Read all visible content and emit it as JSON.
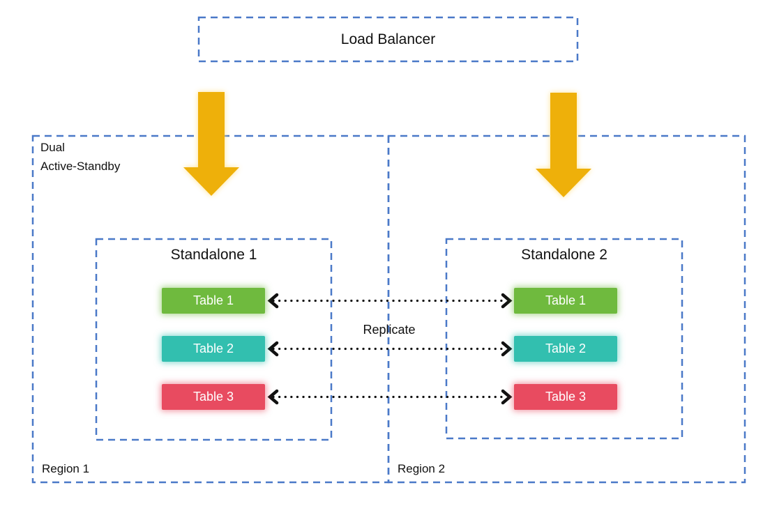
{
  "diagram": {
    "load_balancer": {
      "label": "Load Balancer"
    },
    "cluster_label": "Dual\nActive-Standby",
    "replicate_label": "Replicate",
    "regions": [
      {
        "label": "Region 1",
        "standalone": {
          "title": "Standalone 1",
          "tables": [
            "Table 1",
            "Table 2",
            "Table 3"
          ]
        }
      },
      {
        "label": "Region 2",
        "standalone": {
          "title": "Standalone 2",
          "tables": [
            "Table 1",
            "Table 2",
            "Table 3"
          ]
        }
      }
    ],
    "connections": {
      "down_arrow_count": 2,
      "replication_arrow_count": 3,
      "replication_style": "dotted double-headed arrows between matching tables"
    },
    "colors": {
      "border_blue": "#4A79C8",
      "arrow_gold": "#EEB00A",
      "table_green": "#6FBA3E",
      "table_teal": "#32BFAF",
      "table_red": "#E84B60",
      "connector_black": "#111111",
      "label_text": "#111111",
      "chip_text": "#FFFFFF",
      "background": "#FFFFFF"
    }
  }
}
